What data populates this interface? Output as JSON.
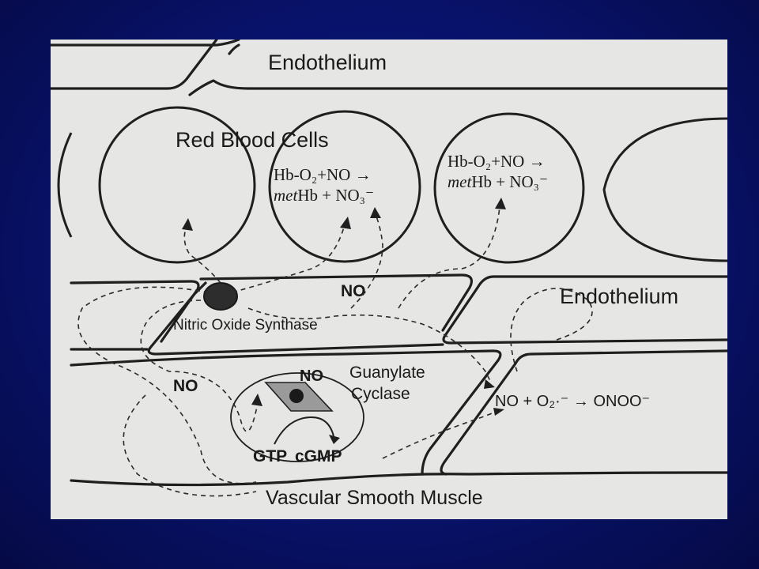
{
  "diagram": {
    "labels": {
      "endothelium_top": "Endothelium",
      "red_blood_cells": "Red Blood Cells",
      "endothelium_mid": "Endothelium",
      "nos": "Nitric Oxide Synthase",
      "no_endo": "NO",
      "no_muscle": "NO",
      "no_gc": "NO",
      "gc_line1": "Guanylate",
      "gc_line2": "Cyclase",
      "gtp": "GTP",
      "cgmp": "cGMP",
      "vsm": "Vascular Smooth Muscle"
    },
    "equations": {
      "rbc1_line1": "Hb-O₂+NO →",
      "rbc1_line2_met": "met",
      "rbc1_line2_rest": "Hb + NO₃⁻",
      "rbc2_line1": "Hb-O₂+NO →",
      "rbc2_line2_met": "met",
      "rbc2_line2_rest": "Hb + NO₃⁻",
      "peroxynitrite": "NO + O₂·⁻ → ONOO⁻"
    }
  }
}
